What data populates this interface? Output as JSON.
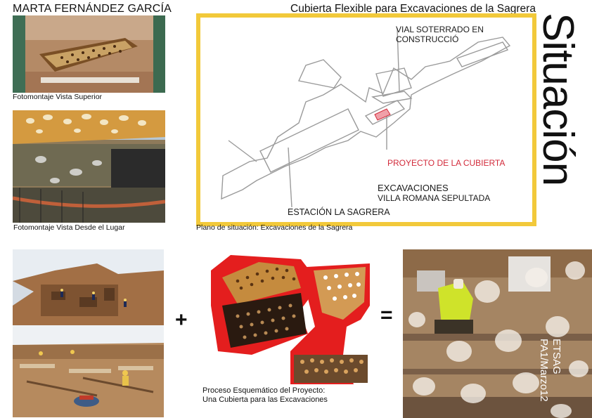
{
  "header": {
    "author": "MARTA FERNÁNDEZ GARCÍA",
    "title": "Cubierta Flexible para Excavaciones de la Sagrera",
    "section": "Situación"
  },
  "photos": {
    "top_caption": "Fotomontaje Vista Superior",
    "lower_caption": "Fotomontaje Vista Desde el Lugar"
  },
  "map": {
    "caption": "Plano de situación: Excavaciones de la Sagrera",
    "labels": {
      "vial_line1": "VIAL SOTERRADO EN",
      "vial_line2": "CONSTRUCCIÓ",
      "proyecto": "PROYECTO DE LA CUBIERTA",
      "excavaciones_line1": "EXCAVACIONES",
      "excavaciones_line2": "VILLA ROMANA SEPULTADA",
      "estacion": "ESTACIÓN LA SAGRERA"
    },
    "colors": {
      "frame": "#f2c93a",
      "project": "#d22a3a"
    }
  },
  "process": {
    "plus": "+",
    "equals": "=",
    "caption_line1": "Proceso Esquemático del Proyecto:",
    "caption_line2": "Una Cubierta para las Excavaciones"
  },
  "footer": {
    "school": "ETSAG",
    "code": "PA1/Marzo12"
  }
}
